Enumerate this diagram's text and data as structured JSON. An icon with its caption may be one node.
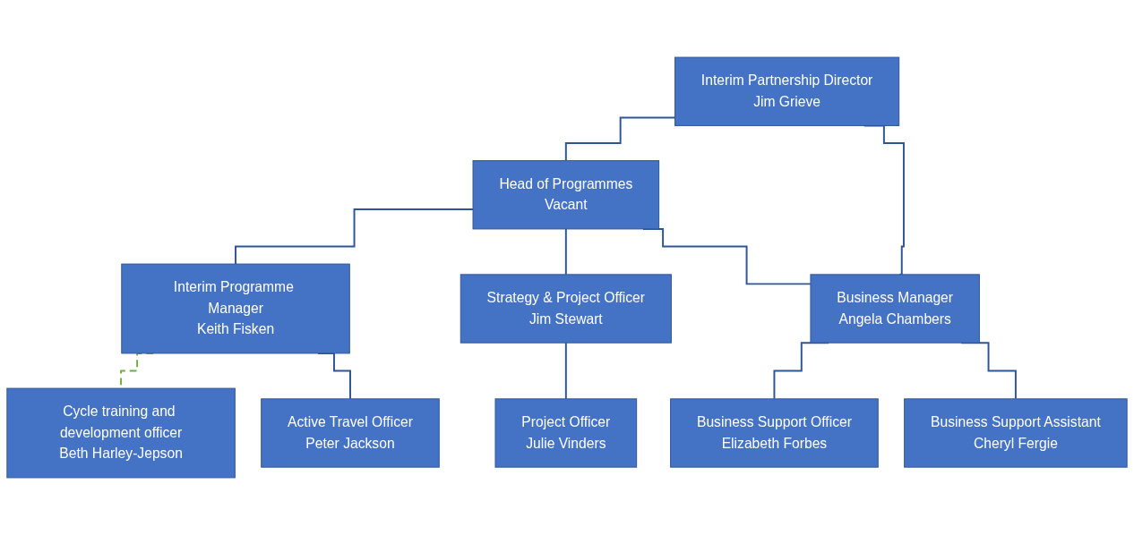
{
  "diagram": {
    "nodes": [
      {
        "text": [
          "Interim Partnership Director",
          "Jim Grieve"
        ]
      },
      {
        "text": [
          "Head of Programmes",
          "Vacant"
        ]
      },
      {
        "text": [
          "Interim Programme Manager",
          "Keith Fisken"
        ]
      },
      {
        "text": [
          "Strategy & Project Officer",
          "Jim Stewart"
        ]
      },
      {
        "text": [
          "Business Manager",
          "Angela Chambers"
        ]
      },
      {
        "text": [
          "Cycle training and development officer",
          "Beth Harley-Jepson"
        ]
      },
      {
        "text": [
          "Active Travel Officer",
          "Peter Jackson"
        ]
      },
      {
        "text": [
          "Project Officer",
          "Julie Vinders"
        ]
      },
      {
        "text": [
          "Business Support Officer",
          "Elizabeth Forbes"
        ]
      },
      {
        "text": [
          "Business Support Assistant",
          "Cheryl Fergie"
        ]
      }
    ],
    "edges": [
      {
        "from": 0,
        "to": 1,
        "arrow": "none"
      },
      {
        "from": 0,
        "to": 4,
        "arrow": "none"
      },
      {
        "from": 1,
        "to": 2,
        "arrow": "none"
      },
      {
        "from": 1,
        "to": 3,
        "arrow": "none"
      },
      {
        "from": 1,
        "to": 4,
        "arrow": "none"
      },
      {
        "from": 2,
        "to": 5,
        "arrow": "none",
        "style": "dashed",
        "color": "#70ad47"
      },
      {
        "from": 2,
        "to": 6,
        "arrow": "none"
      },
      {
        "from": 3,
        "to": 7,
        "arrow": "none"
      },
      {
        "from": 4,
        "to": 8,
        "arrow": "none"
      },
      {
        "from": 4,
        "to": 9,
        "arrow": "none"
      }
    ]
  }
}
